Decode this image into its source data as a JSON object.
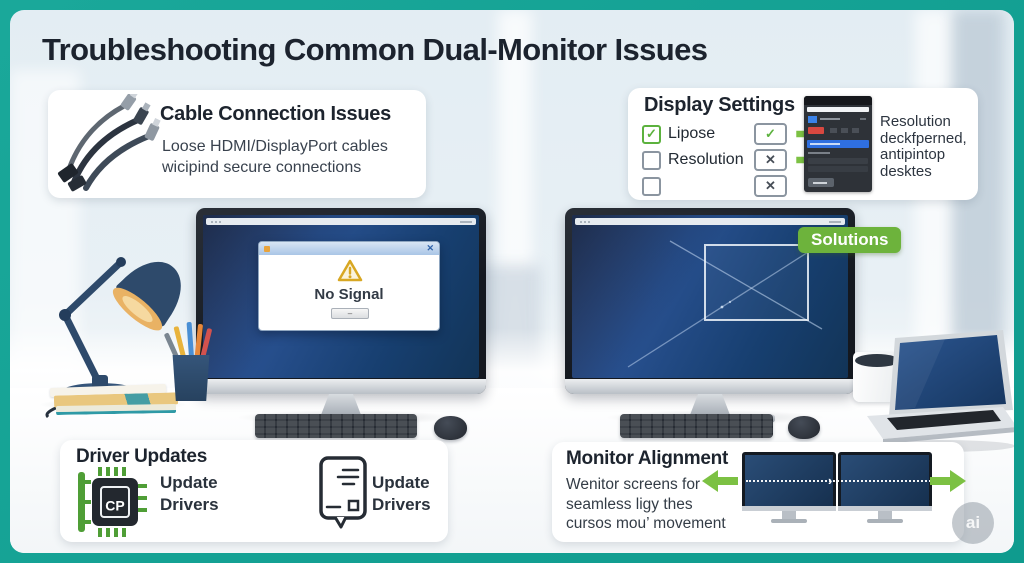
{
  "title": "Troubleshooting Common Dual-Monitor Issues",
  "watermark_label": "ai",
  "solutions_badge_label": "Solutions",
  "colors": {
    "frame_teal": "#14a296",
    "card_white": "#ffffff",
    "solutions_green": "#6db33c",
    "arrow_green": "#7cc143",
    "checkbox_green": "#5cb23e",
    "screen_blue": "#28508f",
    "lamp_navy": "#2e4a6b",
    "warning_gold": "#d8a722"
  },
  "cards": {
    "cable_connection": {
      "heading": "Cable Connection Issues",
      "body_line1": "Loose HDMI/DisplayPort cables",
      "body_line2": "wicipind secure connections"
    },
    "display_settings": {
      "heading": "Display Settings",
      "rows": [
        {
          "label": "Lipose",
          "checkbox_mark": "✓",
          "result_mark": "✓"
        },
        {
          "label": "Resolution",
          "checkbox_mark": "",
          "result_mark": "✕"
        },
        {
          "label": "",
          "checkbox_mark": "",
          "result_mark": "✕"
        }
      ],
      "note_line1": "Resolution",
      "note_line2": "deckfperned,",
      "note_line3": "antipintop",
      "note_line4": "desktes"
    },
    "driver_updates": {
      "heading": "Driver Updates",
      "chip_label": "CP",
      "item1_line1": "Update",
      "item1_line2": "Drivers",
      "item2_line1": "Update",
      "item2_line2": "Drivers"
    },
    "monitor_alignment": {
      "heading": "Monitor Alignment",
      "body_line1": "Wenitor screens for",
      "body_line2": "seamless ligy thes",
      "body_line3": "cursos mou’ movement"
    }
  },
  "left_monitor": {
    "dialog_text": "No Signal",
    "dialog_close_mark": "✕",
    "dialog_button_glyph": "–"
  }
}
